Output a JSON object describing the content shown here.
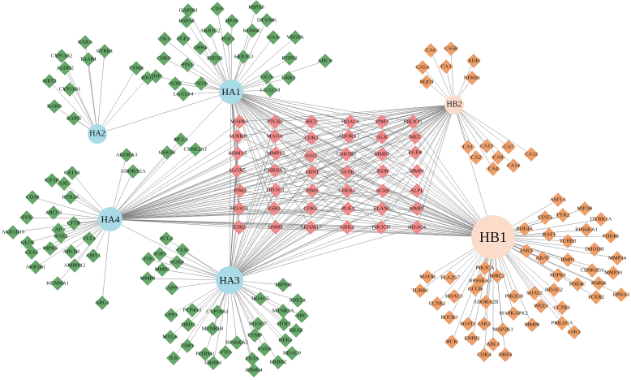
{
  "colors": {
    "ha_hub": "#a8dbe7",
    "hb_hub": "#fbdccb",
    "green": "#67a96a",
    "green_stroke": "#4f8d54",
    "pink": "#f28b8b",
    "pink_stroke": "#d86a6a",
    "orange": "#f0a06a",
    "orange_stroke": "#d8844c"
  },
  "hubs": [
    {
      "id": "HA1",
      "label": "HA1",
      "group": "ha"
    },
    {
      "id": "HA2",
      "label": "HA2",
      "group": "ha"
    },
    {
      "id": "HA3",
      "label": "HA3",
      "group": "ha"
    },
    {
      "id": "HA4",
      "label": "HA4",
      "group": "ha"
    },
    {
      "id": "HB1",
      "label": "HB1",
      "group": "hb"
    },
    {
      "id": "HB2",
      "label": "HB2",
      "group": "hb"
    }
  ],
  "groups": {
    "HA1_targets": [
      "GAPDH",
      "CDA",
      "HSPA5",
      "HSPA8",
      "HPSE",
      "DTYMK",
      "AKR1C2",
      "KDM4C",
      "TK1",
      "FGF2",
      "FGF1",
      "GAA",
      "VEGFA",
      "DPP4",
      "CDK9",
      "PIN1",
      "PSEN2",
      "AKR1C3",
      "PTPN2",
      "AHCY",
      "PNP",
      "ADK",
      "ADA",
      "OGA",
      "GRK1",
      "LGALS4",
      "LGALS8"
    ],
    "HA2_targets": [
      "RARA",
      "GTRB1",
      "CYP11B2",
      "TAAR1",
      "ALDH2",
      "TYMS",
      "SIRT2",
      "IDO1",
      "CYP11B1",
      "RARB",
      "RARG"
    ],
    "HA4_targets": [
      "ADORA3",
      "MCL1",
      "CSNK2A1",
      "ADORA2A",
      "GSK3B",
      "GSTA1",
      "IGF1R",
      "AXL",
      "HTR3A",
      "CD38",
      "ABCC1",
      "SYK",
      "AR",
      "CFTR",
      "AKR1B10",
      "NAE1",
      "FLT3",
      "GLO1",
      "CES2",
      "RIPK3",
      "ABCB1",
      "AMY1",
      "AKR1B1",
      "AMMP12",
      "KCNMA1",
      "ARG1"
    ],
    "HA3_targets": [
      "BCL2",
      "TOP1",
      "CCK",
      "ITK",
      "NOX4",
      "MMP2",
      "MMP9",
      "APP",
      "TRPM8",
      "HDAC5",
      "PDE5A",
      "UPP1",
      "PTP4A3",
      "CYP19A1",
      "MTNR1A",
      "DRD3",
      "SRC",
      "HDAC7",
      "MTNR1B",
      "MYLK",
      "HTR7",
      "BRAF",
      "TYMP",
      "RPS6KA5",
      "NEK1",
      "TDP1",
      "PITRM1",
      "FTO",
      "FASN",
      "HDAC9",
      "ILK",
      "CRHR1",
      "FNTA",
      "IHMK4",
      "ERBB2"
    ],
    "shared_targets": [
      "MAPK1",
      "PTGS2",
      "RET",
      "HDAC6",
      "PIM3",
      "PIK3CG",
      "AURKB",
      "MAOA",
      "CDK2",
      "ADORA1",
      "ALK",
      "MET",
      "KDM1A",
      "MMP13",
      "DAO",
      "CDK5R1",
      "MMP3",
      "EGFR",
      "ALOX5",
      "CHRNA7",
      "ERN1",
      "GUSB",
      "KDR",
      "MMP1",
      "PIM2",
      "HDAC1",
      "PIM1",
      "CHEK1",
      "ACHE",
      "ALPL",
      "HDAC8",
      "ESR1",
      "CDK1",
      "PLK1",
      "ELANE",
      "MMP7",
      "ESR2",
      "DNM1",
      "ADAM17",
      "GRK2",
      "PIK3CD",
      "HDAC4"
    ],
    "HB2_targets": [
      "CA6",
      "CA5B",
      "XDH",
      "CA5A",
      "CA3",
      "NFKB1",
      "NQO1",
      "CA1",
      "CA13",
      "CA7",
      "CA12",
      "CA2",
      "CA9",
      "CA4",
      "CA14"
    ],
    "HB1_targets": [
      "ASF1A",
      "MTOR",
      "TYK2",
      "DYRK1A",
      "STAT3",
      "RPS6KA1",
      "PDE4A",
      "RAF1",
      "PDE4B",
      "TUBB3",
      "DHODH",
      "JAK3",
      "ABAT",
      "MMP14",
      "BMP1",
      "CSNK1G1",
      "MMP10",
      "PDPK1",
      "PI4KB",
      "PDE4C",
      "EPHA3",
      "HDAC2",
      "FCER2",
      "SOAT2",
      "WEE1",
      "CCNE1",
      "PRKACA",
      "JAK1",
      "MAOB",
      "PLA2G7",
      "PIK3CA",
      "BIRC2",
      "RPS6KA3",
      "TUBB1",
      "HDAC3",
      "GCGR",
      "ADORA2B",
      "PIK3CB",
      "CCNE2",
      "ROCK1",
      "SOAT1",
      "JAK2",
      "MAPKAPK2",
      "MAP2K1",
      "ENPP2",
      "HCK",
      "ABL1",
      "CDK4",
      "DBF4",
      "MMP8"
    ]
  }
}
